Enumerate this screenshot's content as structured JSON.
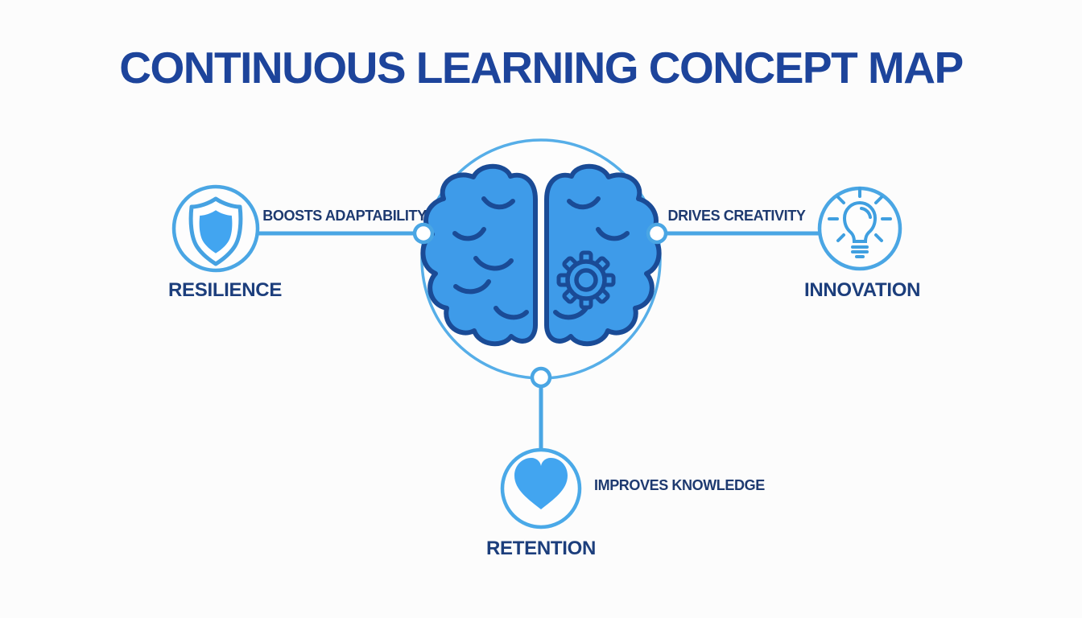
{
  "title": "CONTINUOUS LEARNING CONCEPT MAP",
  "center_node": {
    "id": "continuous-learning",
    "icon": "brain-gear-icon"
  },
  "nodes": [
    {
      "id": "resilience",
      "label": "RESILIENCE",
      "icon": "shield-icon",
      "position": "left"
    },
    {
      "id": "innovation",
      "label": "INNOVATION",
      "icon": "lightbulb-icon",
      "position": "right"
    },
    {
      "id": "retention",
      "label": "RETENTION",
      "icon": "heart-icon",
      "position": "bottom"
    }
  ],
  "edges": [
    {
      "from": "continuous-learning",
      "to": "resilience",
      "label": "BOOSTS ADAPTABILITY"
    },
    {
      "from": "continuous-learning",
      "to": "innovation",
      "label": "DRIVES CREATIVITY"
    },
    {
      "from": "continuous-learning",
      "to": "retention",
      "label": "IMPROVES KNOWLEDGE"
    }
  ],
  "colors": {
    "background": "#FCFCFC",
    "title_text": "#1D449B",
    "node_label_text": "#1C3E7C",
    "edge_label_text": "#1E3A70",
    "line_blue": "#4AA6E4",
    "circle_border_blue": "#56AEE8",
    "icon_fill_blue": "#42A5F0",
    "brain_fill": "#3E9BE9",
    "brain_outline": "#1A4B96",
    "dotted_arc": "#16305E",
    "connector_dot_fill": "#FFFFFF"
  }
}
